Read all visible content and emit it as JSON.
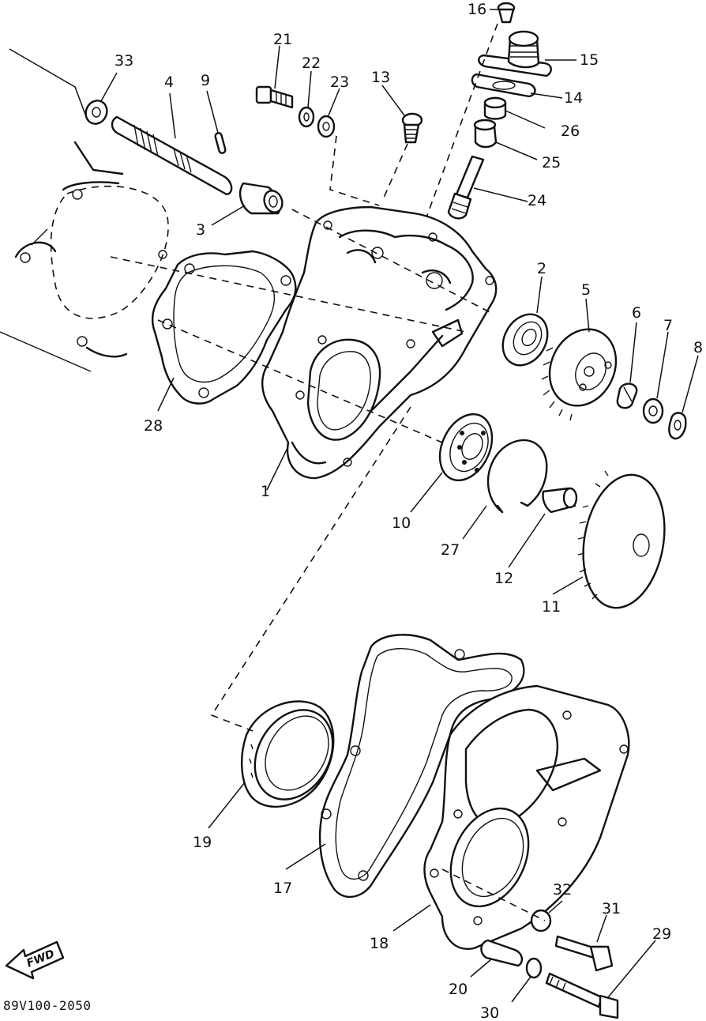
{
  "diagram": {
    "drawing_code": "89V100-2050",
    "fwd_label": "FWD",
    "callouts": {
      "p1": "1",
      "p2": "2",
      "p3": "3",
      "p4": "4",
      "p5": "5",
      "p6": "6",
      "p7": "7",
      "p8": "8",
      "p9": "9",
      "p10": "10",
      "p11": "11",
      "p12": "12",
      "p13": "13",
      "p14": "14",
      "p15": "15",
      "p16": "16",
      "p17": "17",
      "p18": "18",
      "p19": "19",
      "p20": "20",
      "p21": "21",
      "p22": "22",
      "p23": "23",
      "p24": "24",
      "p25": "25",
      "p26": "26",
      "p27": "27",
      "p28": "28",
      "p29": "29",
      "p30": "30",
      "p31": "31",
      "p32": "32",
      "p33": "33"
    }
  }
}
